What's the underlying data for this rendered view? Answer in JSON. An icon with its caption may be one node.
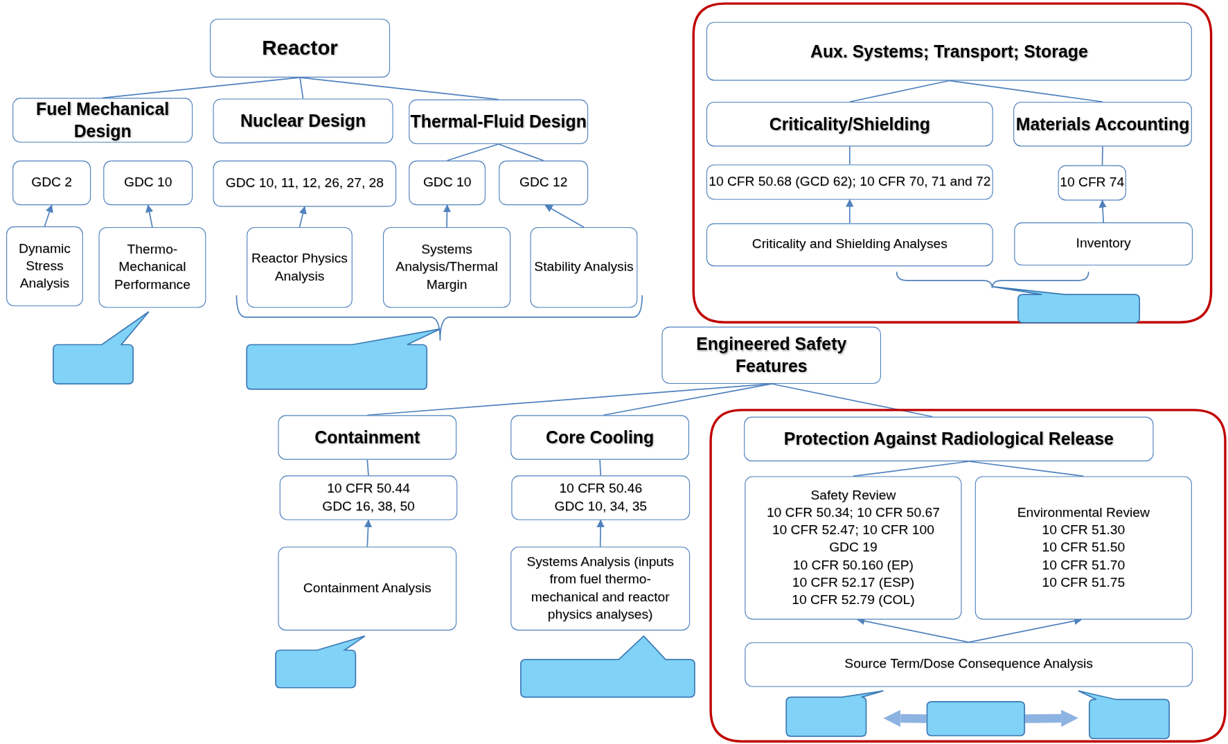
{
  "diagram": {
    "nodes": [
      {
        "text": [
          "Reactor"
        ]
      },
      {
        "text": [
          "Fuel Mechanical Design"
        ]
      },
      {
        "text": [
          "Nuclear Design"
        ]
      },
      {
        "text": [
          "Thermal-Fluid Design"
        ]
      },
      {
        "text": [
          "GDC 2"
        ]
      },
      {
        "text": [
          "GDC 10"
        ]
      },
      {
        "text": [
          "GDC 10, 11, 12, 26, 27, 28"
        ]
      },
      {
        "text": [
          "GDC 10"
        ]
      },
      {
        "text": [
          "GDC 12"
        ]
      },
      {
        "text": [
          "Dynamic Stress Analysis"
        ]
      },
      {
        "text": [
          "Thermo-Mechanical Performance"
        ]
      },
      {
        "text": [
          "Reactor Physics Analysis"
        ]
      },
      {
        "text": [
          "Systems Analysis/Thermal Margin"
        ]
      },
      {
        "text": [
          "Stability Analysis"
        ]
      },
      {
        "text": [],
        "shape": "callout"
      },
      {
        "text": [],
        "shape": "callout"
      },
      {
        "text": [],
        "shape": "box"
      },
      {
        "text": [
          "Aux. Systems; Transport; Storage"
        ],
        "in": 16
      },
      {
        "text": [
          "Criticality/Shielding"
        ],
        "in": 16
      },
      {
        "text": [
          "Materials Accounting"
        ],
        "in": 16
      },
      {
        "text": [
          "10 CFR 50.68 (GCD 62); 10 CFR 70, 71 and 72"
        ],
        "in": 16
      },
      {
        "text": [
          "10 CFR 74"
        ],
        "in": 16
      },
      {
        "text": [
          "Criticality and Shielding Analyses"
        ],
        "in": 16
      },
      {
        "text": [
          "Inventory"
        ],
        "in": 16
      },
      {
        "text": [],
        "shape": "callout",
        "in": 16
      },
      {
        "text": [
          "Engineered Safety Features"
        ]
      },
      {
        "text": [
          "Containment"
        ]
      },
      {
        "text": [
          "Core Cooling"
        ]
      },
      {
        "text": [],
        "shape": "box"
      },
      {
        "text": [
          "Protection Against Radiological Release"
        ],
        "in": 28
      },
      {
        "text": [
          "10 CFR 50.44",
          "GDC 16, 38, 50"
        ]
      },
      {
        "text": [
          "10 CFR 50.46",
          "GDC 10, 34, 35"
        ]
      },
      {
        "text": [
          "Safety Review",
          "10 CFR 50.34; 10 CFR 50.67",
          "10 CFR 52.47; 10 CFR 100",
          "GDC 19",
          "10 CFR 50.160 (EP)",
          "10 CFR 52.17 (ESP)",
          "10 CFR 52.79 (COL)"
        ],
        "in": 28
      },
      {
        "text": [
          "Environmental Review",
          "10 CFR 51.30",
          "10 CFR 51.50",
          "10 CFR 51.70",
          "10 CFR 51.75"
        ],
        "in": 28
      },
      {
        "text": [
          "Containment Analysis"
        ]
      },
      {
        "text": [
          "Systems Analysis (inputs from fuel thermo-mechanical and reactor physics analyses)"
        ]
      },
      {
        "text": [
          "Source Term/Dose Consequence Analysis"
        ],
        "in": 28
      },
      {
        "text": [],
        "shape": "callout"
      },
      {
        "text": [],
        "shape": "callout"
      },
      {
        "text": [],
        "shape": "callout",
        "in": 28
      },
      {
        "text": [],
        "shape": "box",
        "in": 28
      },
      {
        "text": [],
        "shape": "callout",
        "in": 28
      }
    ],
    "edges": [
      {
        "from": 0,
        "to": 1,
        "arrow": "none"
      },
      {
        "from": 0,
        "to": 2,
        "arrow": "none"
      },
      {
        "from": 0,
        "to": 3,
        "arrow": "none"
      },
      {
        "from": 3,
        "to": 7,
        "arrow": "none"
      },
      {
        "from": 3,
        "to": 8,
        "arrow": "none"
      },
      {
        "from": 9,
        "to": 4,
        "arrow": "to"
      },
      {
        "from": 10,
        "to": 5,
        "arrow": "to"
      },
      {
        "from": 11,
        "to": 6,
        "arrow": "to"
      },
      {
        "from": 12,
        "to": 7,
        "arrow": "to"
      },
      {
        "from": 13,
        "to": 8,
        "arrow": "to"
      },
      {
        "from": 17,
        "to": 18,
        "arrow": "none"
      },
      {
        "from": 17,
        "to": 19,
        "arrow": "none"
      },
      {
        "from": 18,
        "to": 20,
        "arrow": "none"
      },
      {
        "from": 19,
        "to": 21,
        "arrow": "none"
      },
      {
        "from": 22,
        "to": 20,
        "arrow": "to"
      },
      {
        "from": 23,
        "to": 21,
        "arrow": "to"
      },
      {
        "from": 25,
        "to": 26,
        "arrow": "none"
      },
      {
        "from": 25,
        "to": 27,
        "arrow": "none"
      },
      {
        "from": 25,
        "to": 29,
        "arrow": "none"
      },
      {
        "from": 26,
        "to": 30,
        "arrow": "none"
      },
      {
        "from": 27,
        "to": 31,
        "arrow": "none"
      },
      {
        "from": 29,
        "to": 32,
        "arrow": "none"
      },
      {
        "from": 29,
        "to": 33,
        "arrow": "none"
      },
      {
        "from": 34,
        "to": 30,
        "arrow": "to"
      },
      {
        "from": 35,
        "to": 31,
        "arrow": "to"
      },
      {
        "from": 36,
        "to": 32,
        "arrow": "to"
      },
      {
        "from": 36,
        "to": 33,
        "arrow": "to"
      },
      {
        "from": 40,
        "to": 39,
        "arrow": "to",
        "style": "thick",
        "color": "#8db3e2"
      },
      {
        "from": 40,
        "to": 41,
        "arrow": "to",
        "style": "thick",
        "color": "#8db3e2"
      }
    ]
  }
}
